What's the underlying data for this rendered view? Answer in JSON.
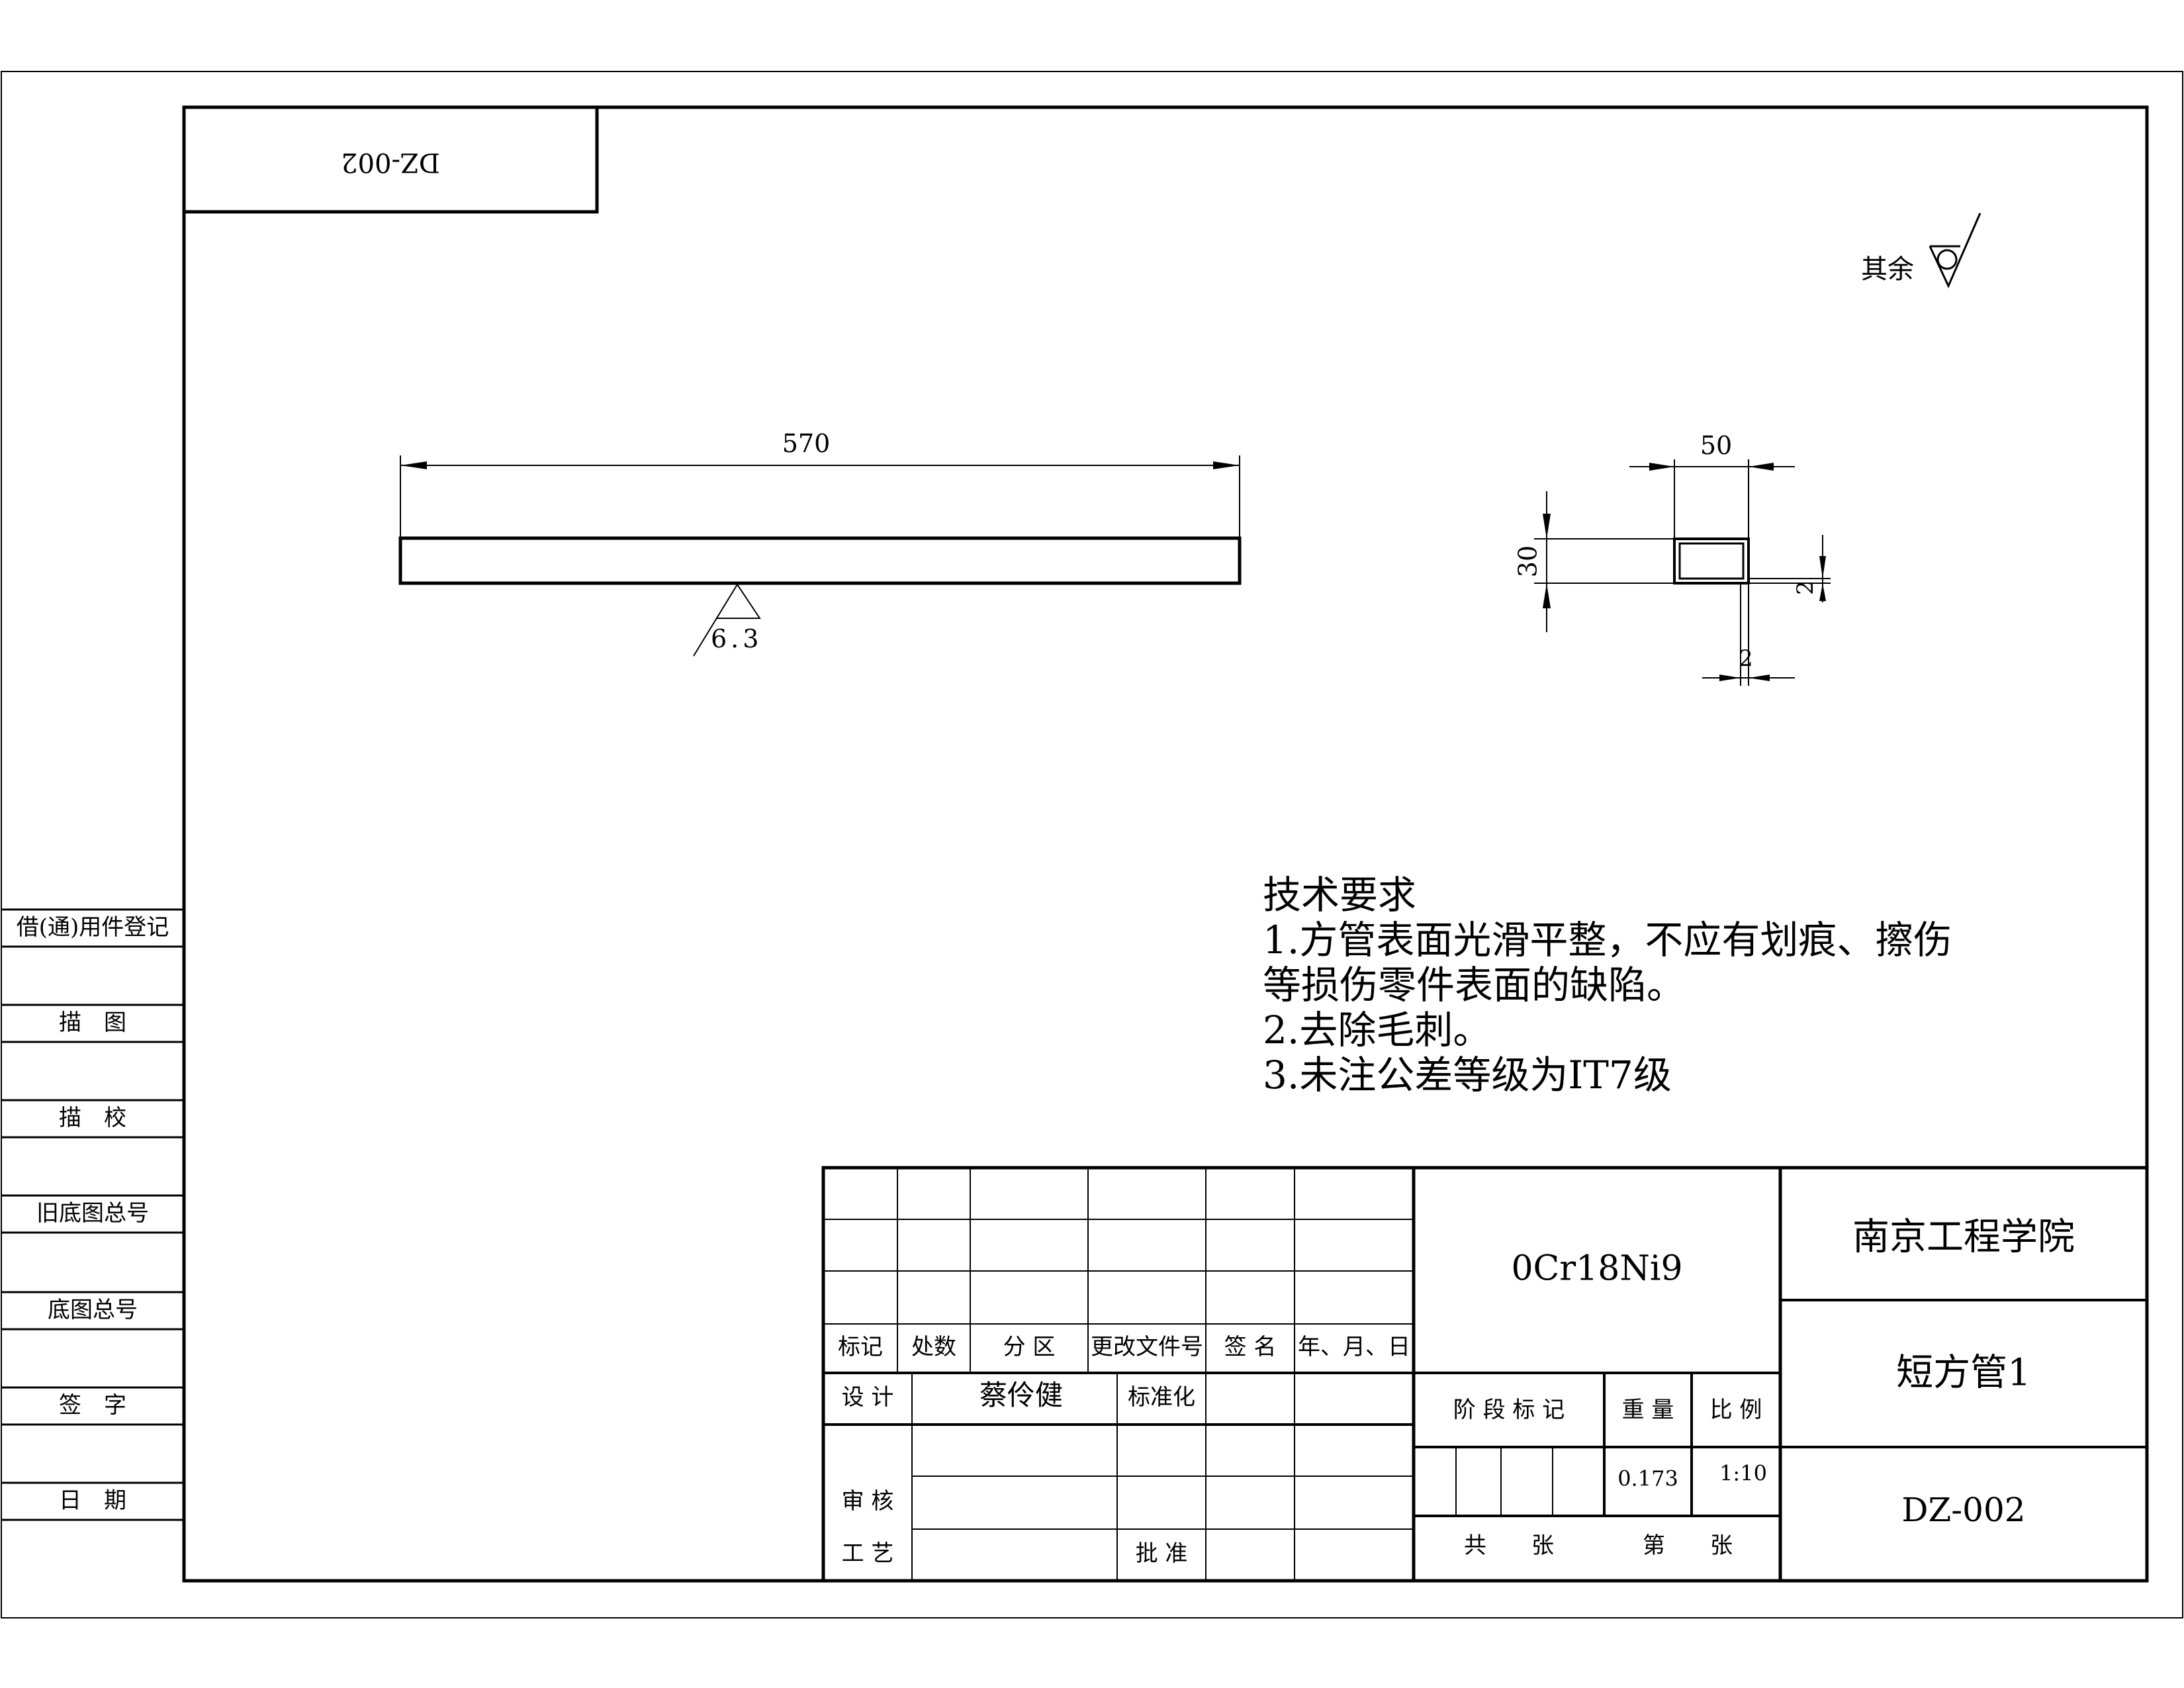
{
  "drawing_number_rotated": "DZ-002",
  "surface_finish": {
    "other_label": "其余",
    "roughness_value": "6.3"
  },
  "dimensions": {
    "length": "570",
    "section_width": "50",
    "section_height": "30",
    "wall_thickness_side": "2",
    "wall_thickness_bottom": "2"
  },
  "tech_requirements": {
    "title": "技术要求",
    "lines": [
      "1.方管表面光滑平整，不应有划痕、擦伤",
      "等损伤零件表面的缺陷。",
      "2.去除毛刺。",
      "3.未注公差等级为IT7级"
    ]
  },
  "side_table": [
    {
      "label": "借(通)用件登记"
    },
    {
      "label": "描　图"
    },
    {
      "label": "描　校"
    },
    {
      "label": "旧底图总号"
    },
    {
      "label": "底图总号"
    },
    {
      "label": "签　字"
    },
    {
      "label": "日　期"
    }
  ],
  "title_block": {
    "revision_headers": [
      "标记",
      "处数",
      "分 区",
      "更改文件号",
      "签 名",
      "年、月、日"
    ],
    "design_label": "设 计",
    "designer": "蔡伶健",
    "standardization_label": "标准化",
    "review_label": "审 核",
    "process_label": "工 艺",
    "approval_label": "批 准",
    "material": "0Cr18Ni9",
    "stage_mark_label": "阶 段 标 记",
    "weight_label": "重 量",
    "scale_label": "比 例",
    "weight": "0.173",
    "scale": "1:10",
    "total_sheets_label": "共　　张",
    "sheet_label": "第　　张",
    "organization": "南京工程学院",
    "part_name": "短方管1",
    "drawing_number": "DZ-002"
  }
}
